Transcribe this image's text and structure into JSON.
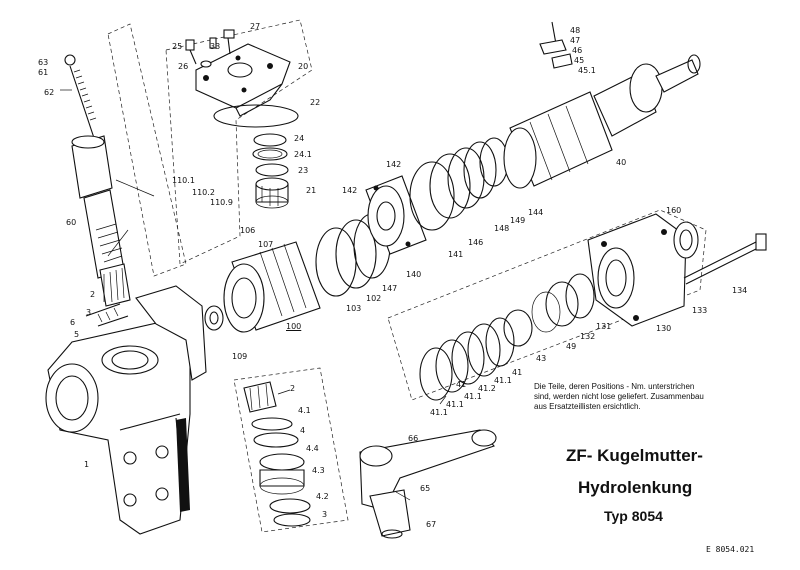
{
  "title_line1": "ZF- Kugelmutter-",
  "title_line2": "Hydrolenkung",
  "title_line3": "Typ 8054",
  "note_line1": "Die Teile, deren Positions - Nm. unterstrichen",
  "note_line2": "sind, werden nicht lose geliefert. Zusammenbau",
  "note_line3": "aus Ersatzteillisten ersichtlich.",
  "doc_id": "E 8054.021",
  "labels": {
    "l25": "25",
    "l33": "33",
    "l27": "27",
    "l26": "26",
    "l20": "20",
    "l22": "22",
    "l24": "24",
    "l241": "24.1",
    "l23": "23",
    "l21": "21",
    "l48": "48",
    "l47": "47",
    "l46": "46",
    "l45": "45",
    "l451": "45.1",
    "l40": "40",
    "l142a": "142",
    "l142b": "142",
    "l63": "63",
    "l61": "61",
    "l62": "62",
    "l60": "60",
    "l2a": "2",
    "l6": "6",
    "l5": "5",
    "l3a": "3",
    "l1": "1",
    "l1101": "110.1",
    "l1102": "110.2",
    "l1109": "110.9",
    "l106": "106",
    "l107": "107",
    "l109": "109",
    "l100": "100",
    "l103": "103",
    "l102": "102",
    "l147": "147",
    "l140": "140",
    "l141": "141",
    "l146": "146",
    "l148": "148",
    "l149": "149",
    "l144": "144",
    "l160": "160",
    "l134": "134",
    "l133": "133",
    "l130": "130",
    "l131": "131",
    "l132": "132",
    "l49": "49",
    "l43": "43",
    "l41a": "41",
    "l411a": "41.1",
    "l412": "41.2",
    "l411b": "41.1",
    "l41b": "41",
    "l411c": "41.1",
    "l411d": "41.1",
    "l2b": "2",
    "l41": "4.1",
    "l4a": "4",
    "l44": "4.4",
    "l43b": "4.3",
    "l42": "4.2",
    "l3b": "3",
    "l66": "66",
    "l65": "65",
    "l67": "67"
  }
}
